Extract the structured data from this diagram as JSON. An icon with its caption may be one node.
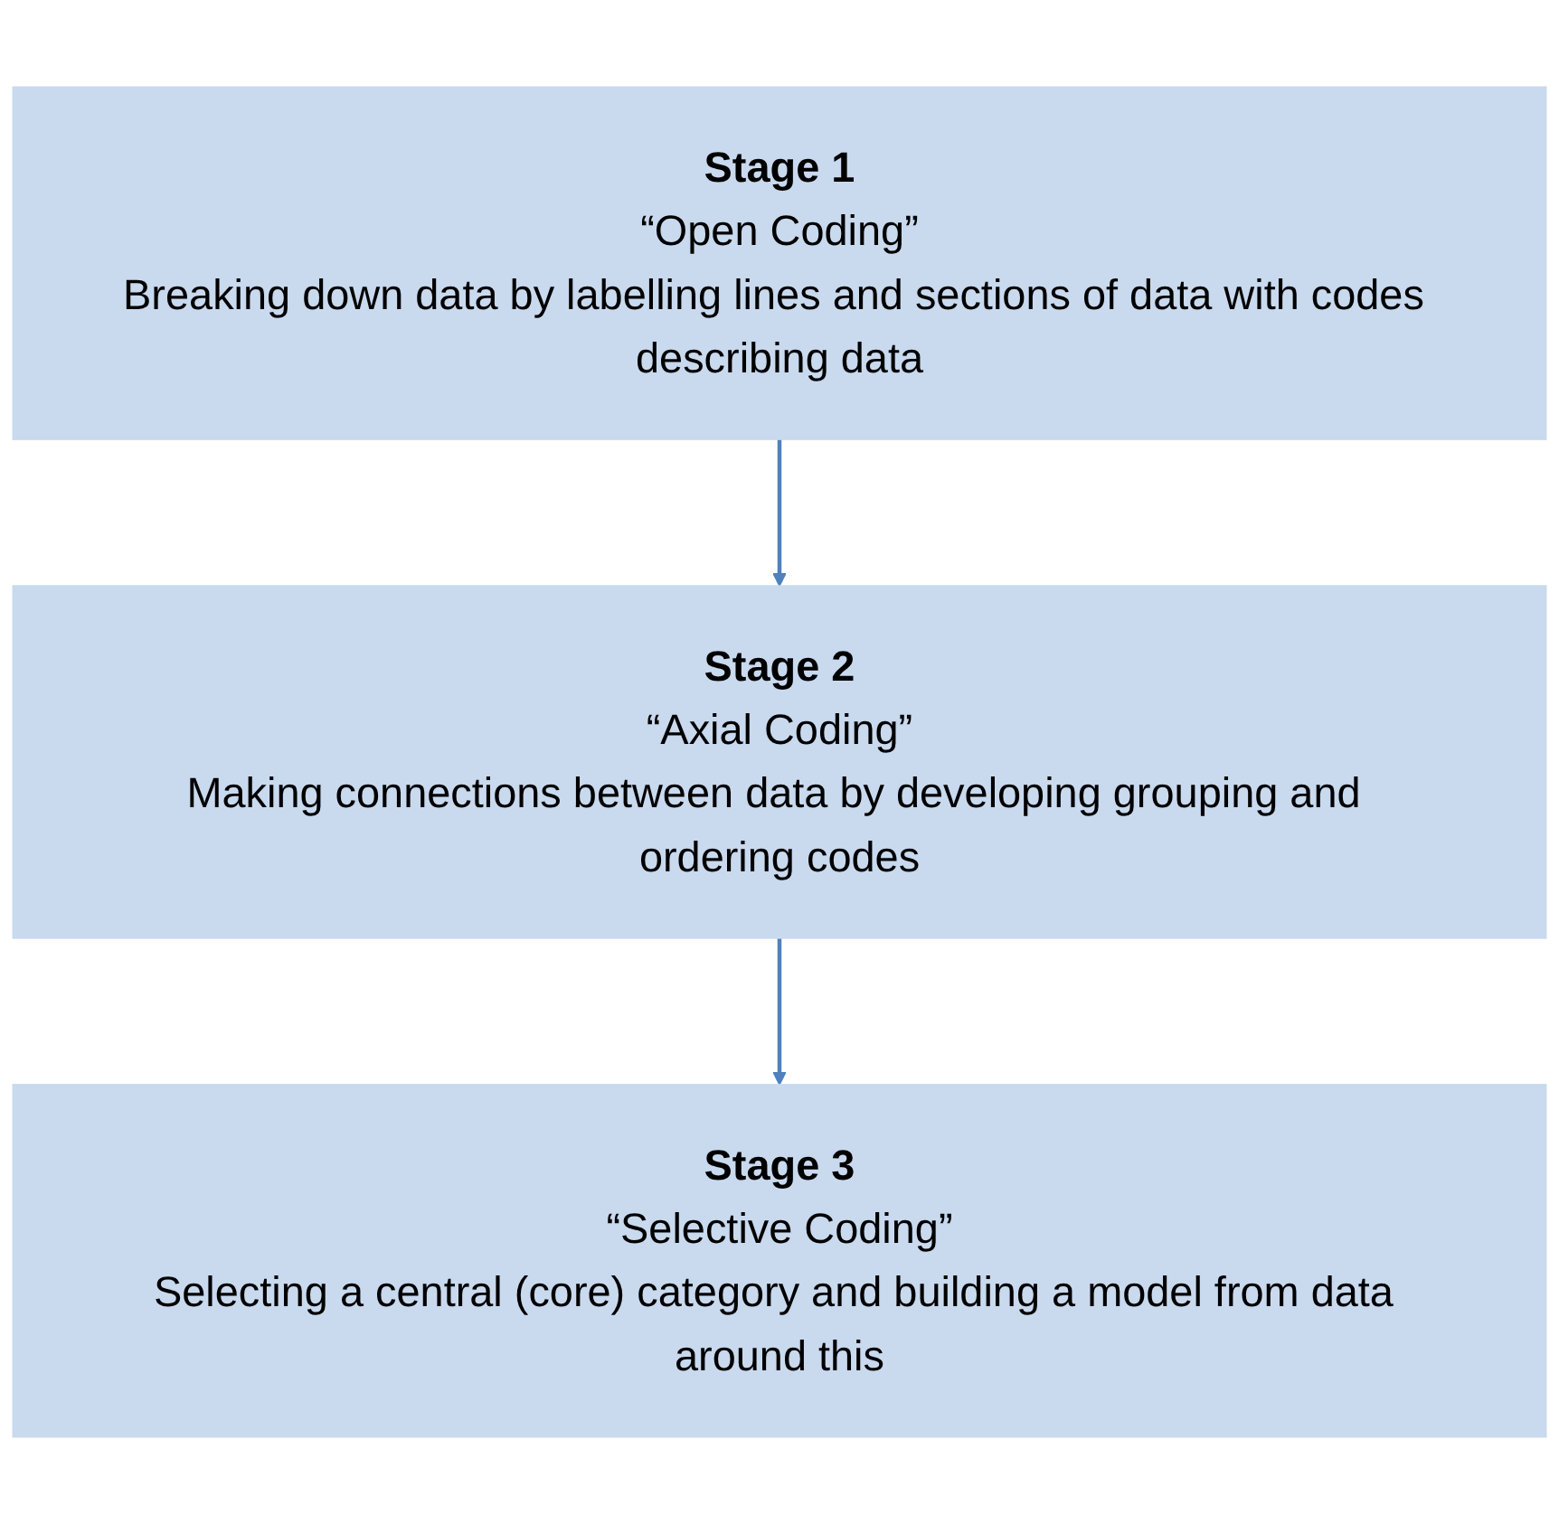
{
  "diagram": {
    "nodes": [
      {
        "text": [
          "Stage 1",
          "“Open Coding”",
          "Breaking down data by labelling lines and sections of data with codes describing data"
        ]
      },
      {
        "text": [
          "Stage 2",
          "“Axial Coding”",
          "Making connections between data by developing grouping and ordering codes"
        ]
      },
      {
        "text": [
          "Stage 3",
          "“Selective Coding”",
          "Selecting a central (core) category and building a model from data around this"
        ]
      }
    ],
    "edges": [
      {
        "from": 0,
        "to": 1,
        "arrow": "to"
      },
      {
        "from": 1,
        "to": 2,
        "arrow": "to"
      }
    ]
  }
}
